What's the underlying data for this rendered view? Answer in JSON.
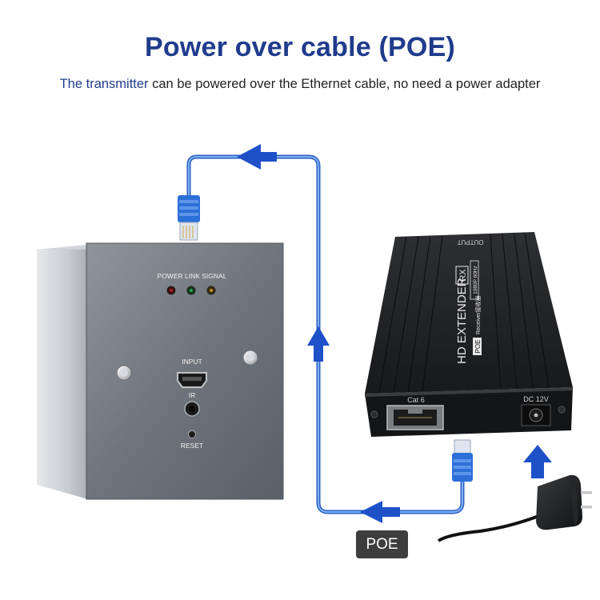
{
  "header": {
    "title": "Power over cable (POE)",
    "subtitle_highlight": "The transmitter",
    "subtitle_rest": " can be powered over the Ethernet cable, no need a power adapter"
  },
  "transmitter": {
    "led_labels": "POWER LINK SIGNAL",
    "input_label": "INPUT",
    "ir_label": "IR",
    "reset_label": "RESET"
  },
  "receiver": {
    "top_label": "OUTPUT",
    "model": "HD EXTENDER",
    "badge": "RX",
    "poe_tag": "POE",
    "sub_label": "Receiver接收器",
    "res_label": "1080P 60Hz",
    "cat6_label": "Cat 6",
    "dc_label": "DC 12V"
  },
  "poe_badge": "POE",
  "colors": {
    "title": "#1f3c8c",
    "cable": "#3a7fe0",
    "arrow": "#1e50c8"
  }
}
